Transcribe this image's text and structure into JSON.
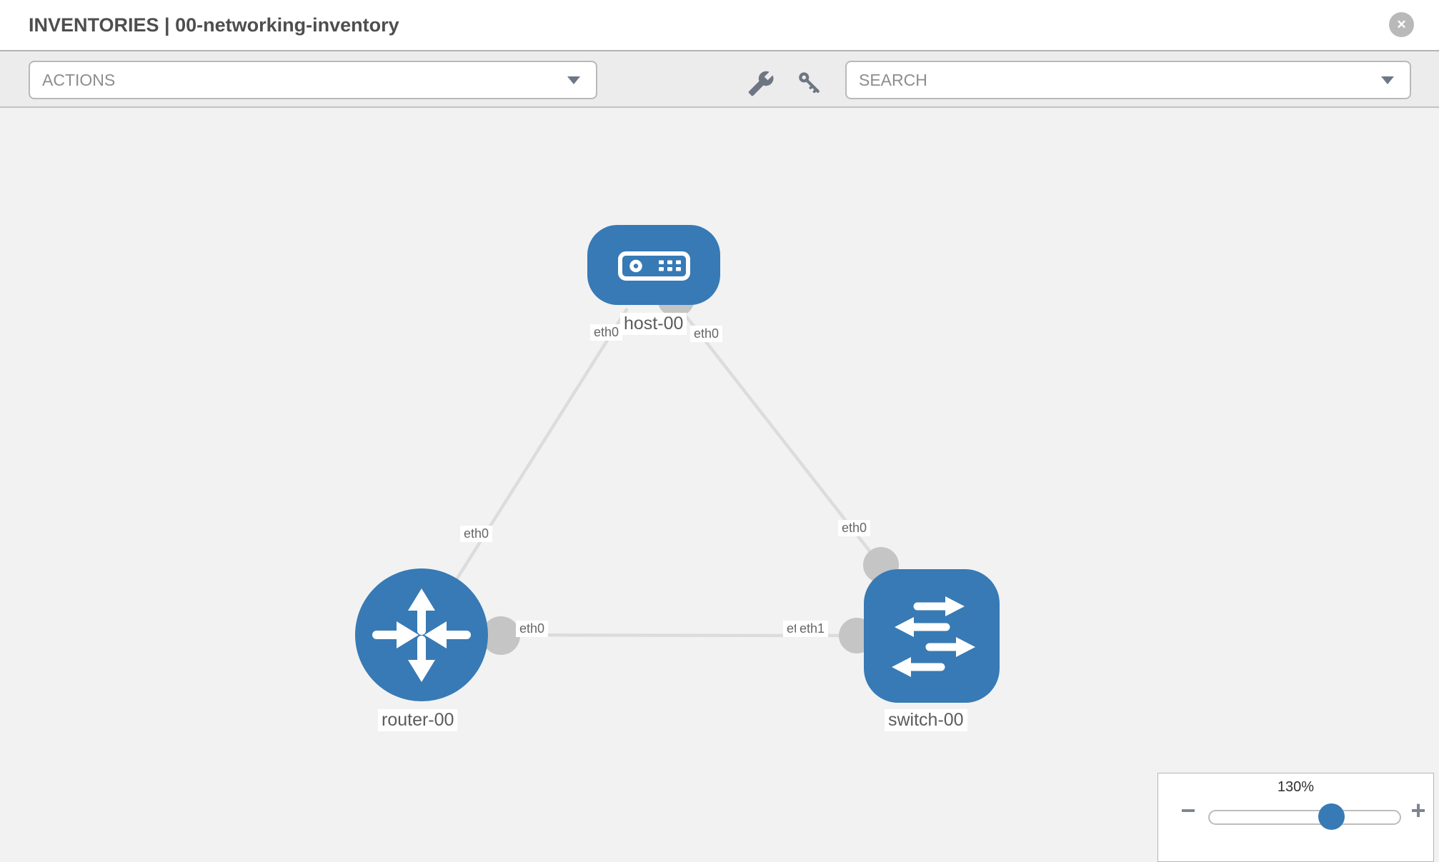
{
  "header": {
    "title": "INVENTORIES | 00-networking-inventory",
    "close_icon_glyph": "✕"
  },
  "toolbar": {
    "actions_dropdown": {
      "label": "ACTIONS"
    },
    "search_dropdown": {
      "label": "SEARCH"
    },
    "tools": [
      {
        "icon": "wrench-icon"
      },
      {
        "icon": "key-icon"
      }
    ]
  },
  "topology": {
    "nodes": [
      {
        "label": "host-00",
        "type": "host"
      },
      {
        "label": "router-00",
        "type": "router"
      },
      {
        "label": "switch-00",
        "type": "switch"
      }
    ],
    "links": [
      {
        "from": "router-00",
        "to": "host-00"
      },
      {
        "from": "switch-00",
        "to": "host-00"
      },
      {
        "from": "router-00",
        "to": "switch-00"
      }
    ],
    "port_labels": {
      "host_left": "eth0",
      "host_right": "eth0",
      "router_host_link": "eth0",
      "switch_host_link": "eth0",
      "router_port": "eth0",
      "switch_port_hidden": "eth0",
      "switch_port": "eth1"
    }
  },
  "zoom_control": {
    "level": "130%",
    "zoom_out": "−",
    "zoom_in": "+"
  },
  "colors": {
    "node_blue": "#377ab5",
    "link_gray": "#dcdcdc",
    "connector_gray": "#c5c5c5",
    "canvas_bg": "#f2f2f2",
    "toolbar_bg": "#ececec"
  }
}
